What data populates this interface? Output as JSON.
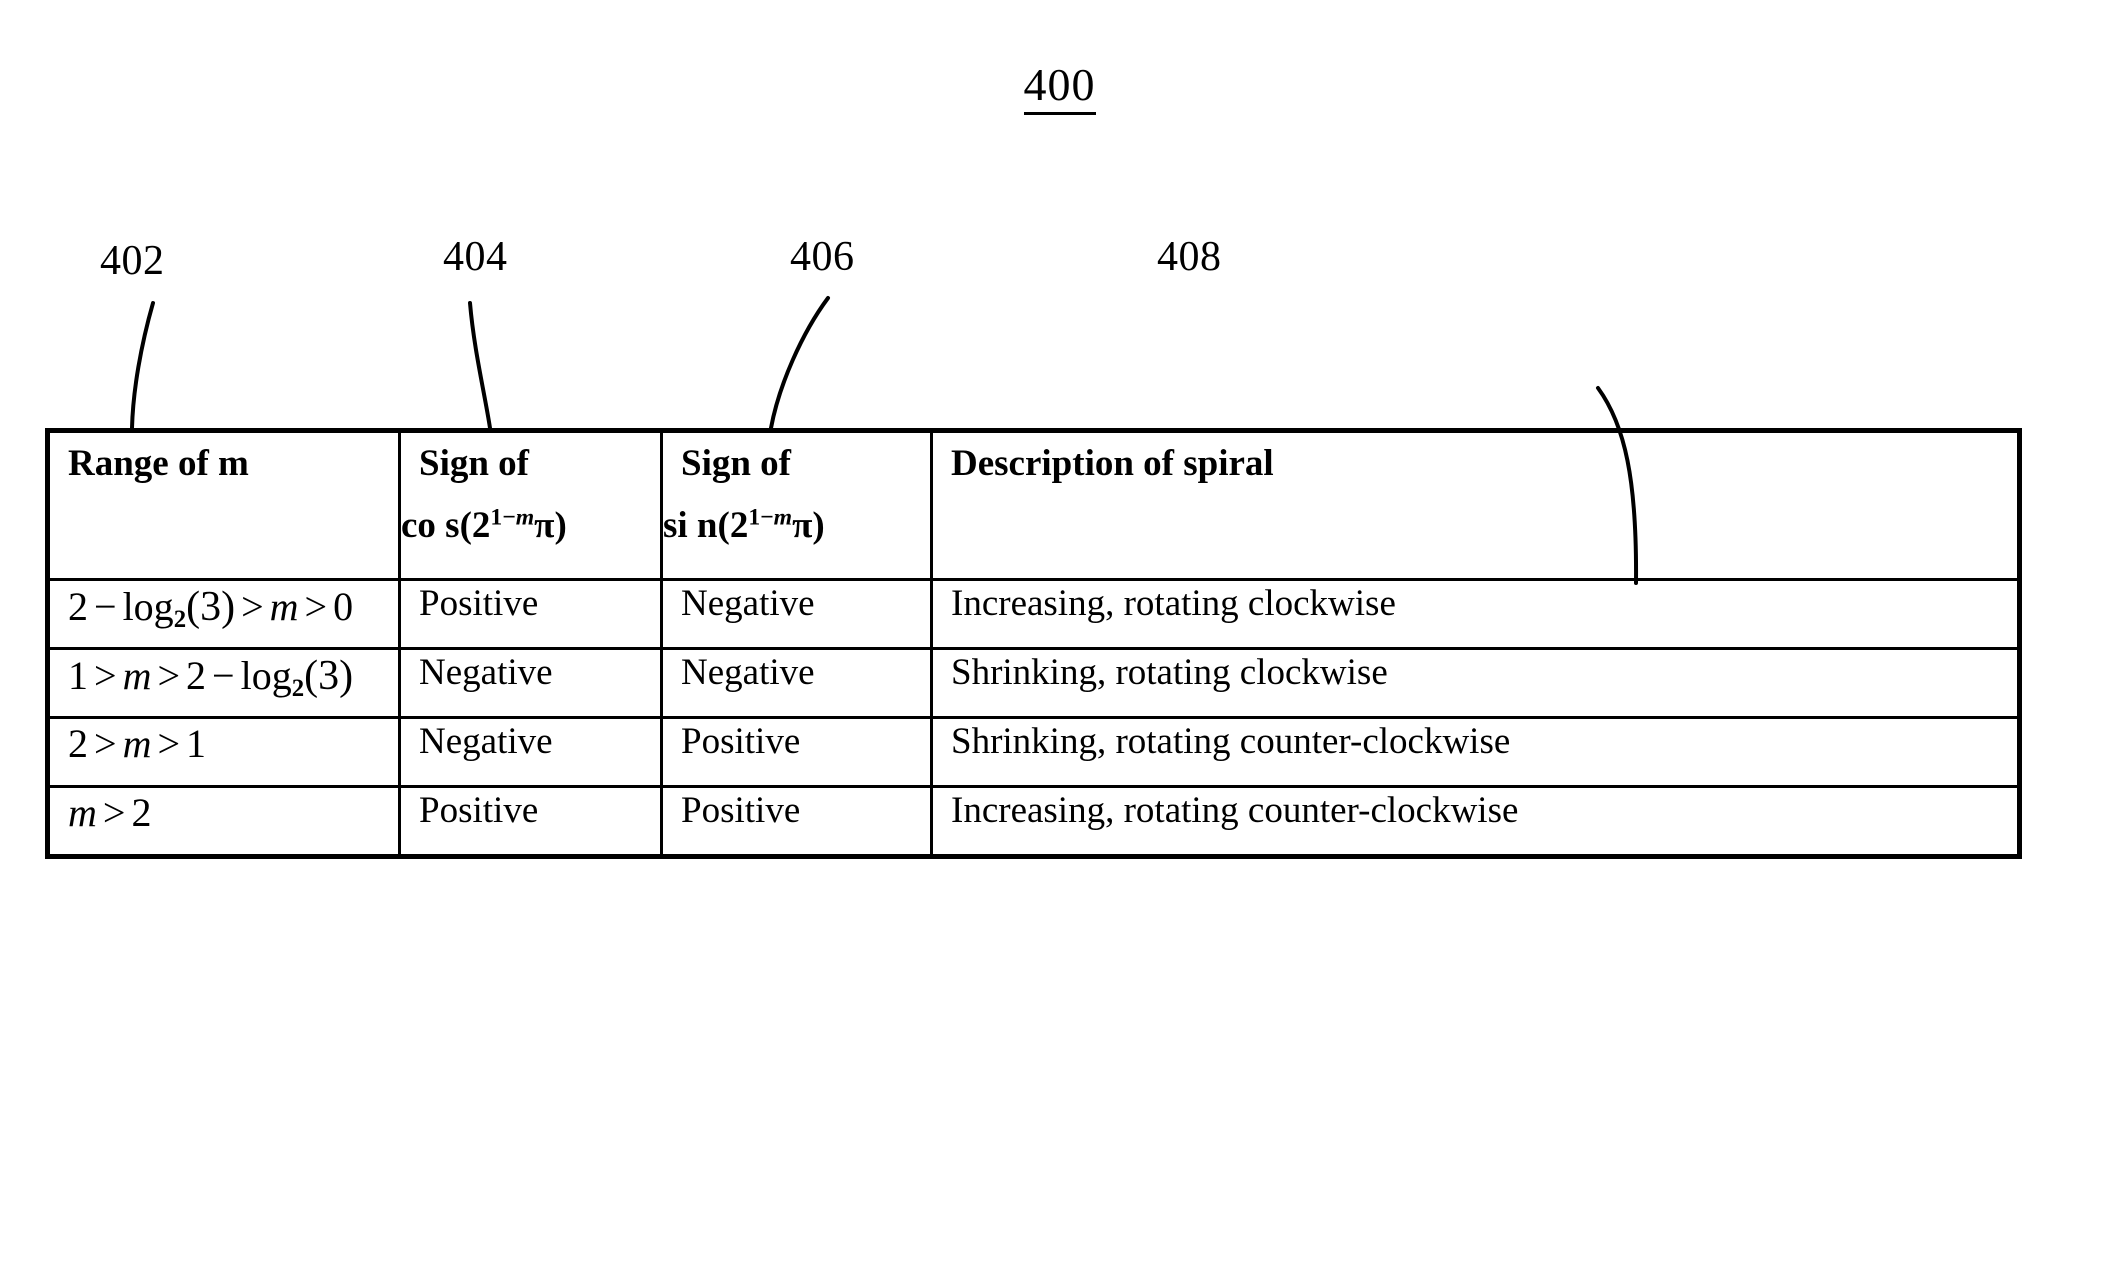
{
  "figure": {
    "number": "400"
  },
  "callouts": [
    {
      "id": "402",
      "label": "402",
      "target": "column-range-of-m"
    },
    {
      "id": "404",
      "label": "404",
      "target": "column-sign-of-cos"
    },
    {
      "id": "406",
      "label": "406",
      "target": "column-sign-of-sin"
    },
    {
      "id": "408",
      "label": "408",
      "target": "column-description-of-spiral"
    }
  ],
  "table": {
    "headers": {
      "col1": {
        "line1": "Range of m"
      },
      "col2": {
        "line1": "Sign of",
        "line2_prefix": "co s(",
        "line2_base": "2",
        "line2_exp_a": "1",
        "line2_exp_op": "−",
        "line2_exp_b": "m",
        "line2_pi": "π",
        "line2_suffix": ")"
      },
      "col3": {
        "line1": "Sign of",
        "line2_prefix": "si n(",
        "line2_base": "2",
        "line2_exp_a": "1",
        "line2_exp_op": "−",
        "line2_exp_b": "m",
        "line2_pi": "π",
        "line2_suffix": ")"
      },
      "col4": {
        "line1": "Description of spiral"
      }
    },
    "rows": [
      {
        "range": {
          "lead_num": "2",
          "op1": "−",
          "log": "log",
          "log_sub": "2",
          "log_arg": "(3)",
          "rel1": ">",
          "var": "m",
          "rel2": ">",
          "tail_num": "0",
          "form": "a"
        },
        "sign_cos": "Positive",
        "sign_sin": "Negative",
        "description": "Increasing, rotating clockwise"
      },
      {
        "range": {
          "lead_num": "1",
          "rel1": ">",
          "var": "m",
          "rel2": ">",
          "tail_num": "2",
          "op1": "−",
          "log": "log",
          "log_sub": "2",
          "log_arg": "(3)",
          "form": "b"
        },
        "sign_cos": "Negative",
        "sign_sin": "Negative",
        "description": "Shrinking, rotating clockwise"
      },
      {
        "range": {
          "lead_num": "2",
          "rel1": ">",
          "var": "m",
          "rel2": ">",
          "tail_num": "1",
          "form": "c"
        },
        "sign_cos": "Negative",
        "sign_sin": "Positive",
        "description": "Shrinking, rotating counter-clockwise"
      },
      {
        "range": {
          "var": "m",
          "rel2": ">",
          "tail_num": "2",
          "form": "d"
        },
        "sign_cos": "Positive",
        "sign_sin": "Positive",
        "description": "Increasing, rotating counter-clockwise"
      }
    ]
  },
  "colors": {
    "ink": "#000000",
    "paper": "#ffffff"
  }
}
